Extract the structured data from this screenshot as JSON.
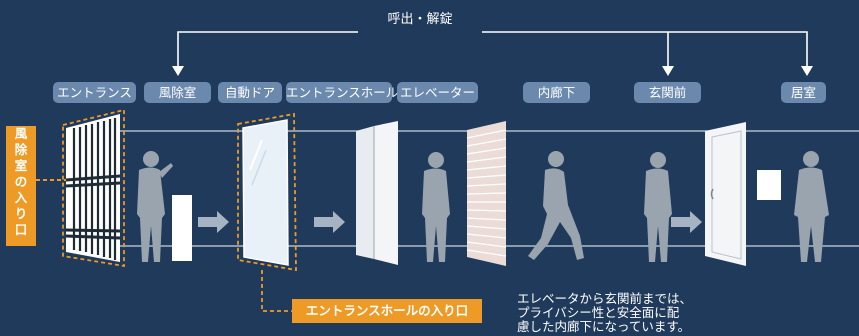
{
  "title": "呼出・解錠",
  "zones": [
    {
      "label": "エントランス"
    },
    {
      "label": "風除室"
    },
    {
      "label": "自動ドア"
    },
    {
      "label": "エントランスホール"
    },
    {
      "label": "エレベーター"
    },
    {
      "label": "内廊下"
    },
    {
      "label": "玄関前"
    },
    {
      "label": "居室"
    }
  ],
  "windbreak_entry_label": [
    "風",
    "除",
    "室",
    "の",
    "入",
    "り",
    "口"
  ],
  "hall_entry_label": "エントランスホールの入り口",
  "note_lines": [
    "エレベータから玄関前までは、",
    "プライバシー性と安全面に配",
    "慮した内廊下になっています。"
  ],
  "colors": {
    "background": "#1f3a5a",
    "pill": "#6a89ad",
    "accent": "#ed9a27",
    "silhouette": "#9aa4ae",
    "line": "#c9d3de"
  }
}
